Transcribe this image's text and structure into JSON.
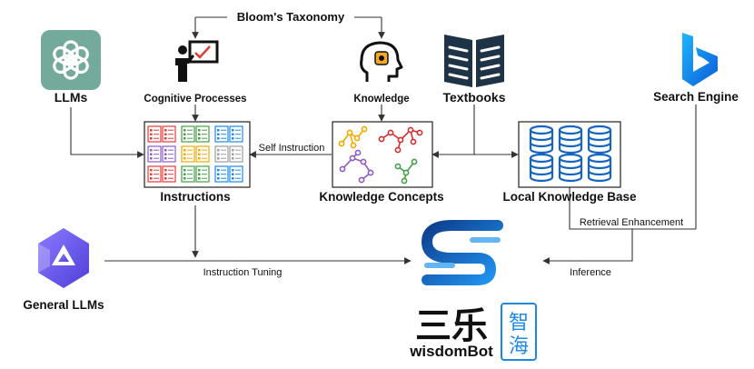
{
  "labels": {
    "top": "Bloom's Taxonomy",
    "llms": "LLMs",
    "cognitive": "Cognitive Processes",
    "knowledge": "Knowledge",
    "textbooks": "Textbooks",
    "search": "Search Engine",
    "self_instruction": "Self Instruction",
    "instructions": "Instructions",
    "knowledge_concepts": "Knowledge Concepts",
    "local_kb": "Local Knowledge Base",
    "retrieval": "Retrieval Enhancement",
    "general_llms": "General LLMs",
    "instruction_tuning": "Instruction Tuning",
    "inference": "Inference",
    "brand_cn": "三乐",
    "brand_en": "wisdomBot",
    "brand_seal": "智海"
  },
  "colors": {
    "openai_green": "#74AA9C",
    "textbook_navy": "#1F3347",
    "database_blue": "#1565C0",
    "qwen_purple": "#6A5BF2",
    "wisdombot_blue": "#1E88E5"
  },
  "icons": {
    "llms": "openai-logo-icon",
    "cognitive": "teacher-board-icon",
    "knowledge": "head-brain-icon",
    "textbooks": "open-book-icon",
    "search": "bing-logo-icon",
    "instructions": "checklist-grid-icon",
    "knowledge_concepts": "graph-network-icon",
    "local_kb": "database-icon",
    "general_llms": "qwen-logo-icon",
    "wisdombot": "wisdombot-logo-icon"
  }
}
